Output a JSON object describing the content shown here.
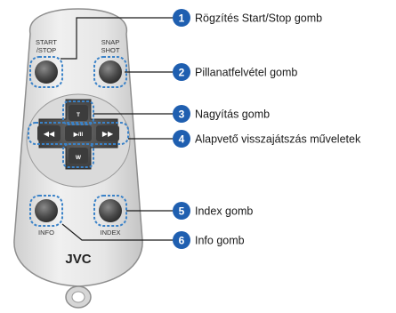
{
  "remote": {
    "top_left_label_line1": "START",
    "top_left_label_line2": "/STOP",
    "top_right_label_line1": "SNAP",
    "top_right_label_line2": "SHOT",
    "btn_t": "T",
    "btn_w": "W",
    "btn_rewind": "◀◀",
    "btn_forward": "▶▶",
    "btn_center": "▶/II",
    "bottom_left_label": "INFO",
    "bottom_right_label": "INDEX",
    "logo": "JVC"
  },
  "callouts": [
    {
      "number": "1",
      "label": "Rögzítés Start/Stop gomb"
    },
    {
      "number": "2",
      "label": "Pillanatfelvétel gomb"
    },
    {
      "number": "3",
      "label": "Nagyítás gomb"
    },
    {
      "number": "4",
      "label": "Alapvető visszajátszás műveletek"
    },
    {
      "number": "5",
      "label": "Index gomb"
    },
    {
      "number": "6",
      "label": "Info gomb"
    }
  ],
  "colors": {
    "accent": "#1f5fb0",
    "remote_body": "#e4e4e4",
    "button": "#4a4a4a",
    "dashed_outline": "#3a82c8"
  }
}
